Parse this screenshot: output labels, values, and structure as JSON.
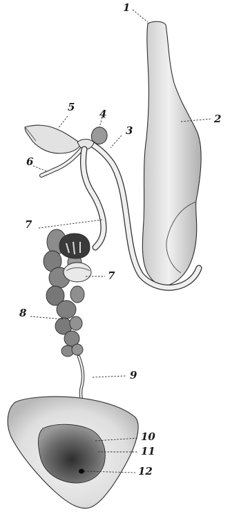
{
  "labels": {
    "l1": "1",
    "l2": "2",
    "l3": "3",
    "l4": "4",
    "l5": "5",
    "l6": "6",
    "l7a": "7",
    "l7b": "7",
    "l8": "8",
    "l9": "9",
    "l10": "10",
    "l11": "11",
    "l12": "12"
  },
  "colors": {
    "ink": "#2b2b2b",
    "organ_fill": "#ececec",
    "shade": "#9a9a9a",
    "dark_shade": "#5a5a5a"
  }
}
